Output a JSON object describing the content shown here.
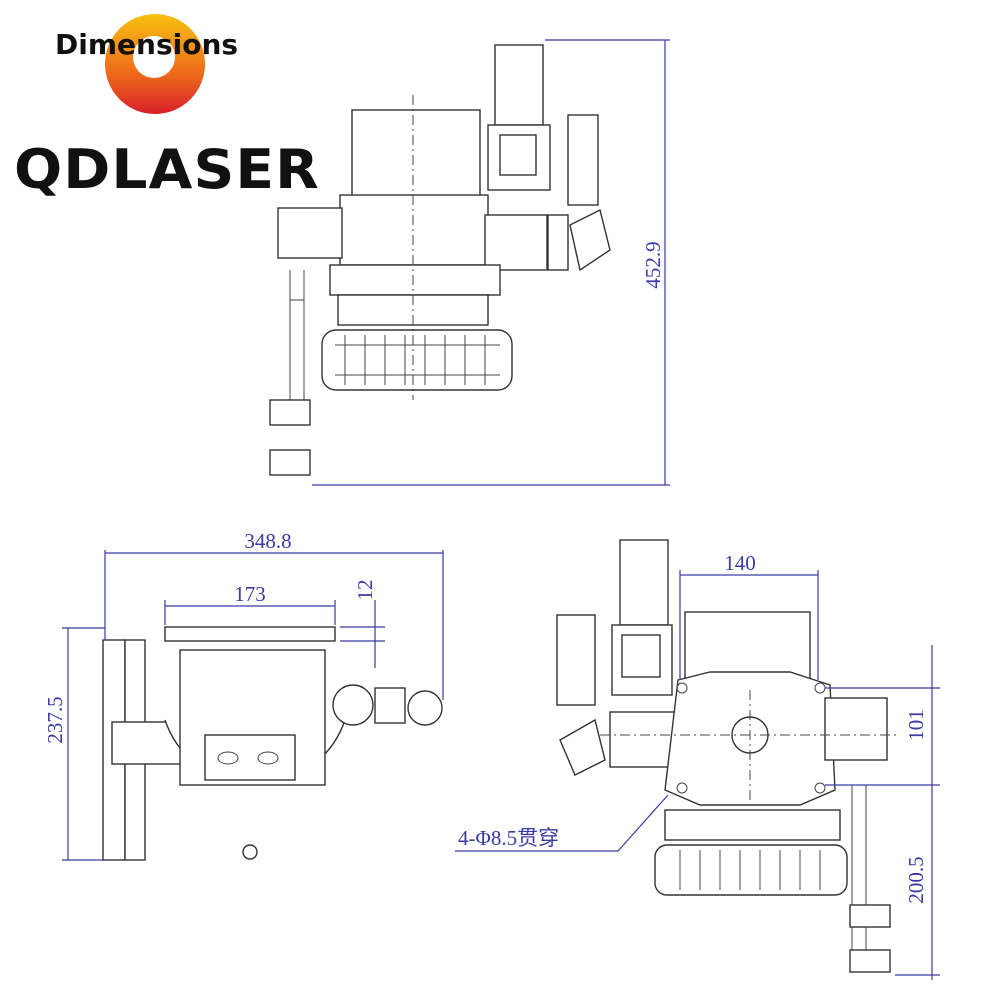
{
  "logo": {
    "title": "Dimensions",
    "brand": "QDLASER"
  },
  "dimensions": {
    "height_total": "452.9",
    "width_total": "348.8",
    "width_plate": "173",
    "plate_thickness": "12",
    "depth": "237.5",
    "hole_spacing_h": "140",
    "hole_spacing_v": "101",
    "lower_height": "200.5",
    "hole_note": "4-Φ8.5贯穿"
  },
  "colors": {
    "dimension": "#3b3ba5",
    "drawing": "#333333",
    "logo_orange": "#ee6a1a",
    "logo_red": "#e0202a"
  }
}
